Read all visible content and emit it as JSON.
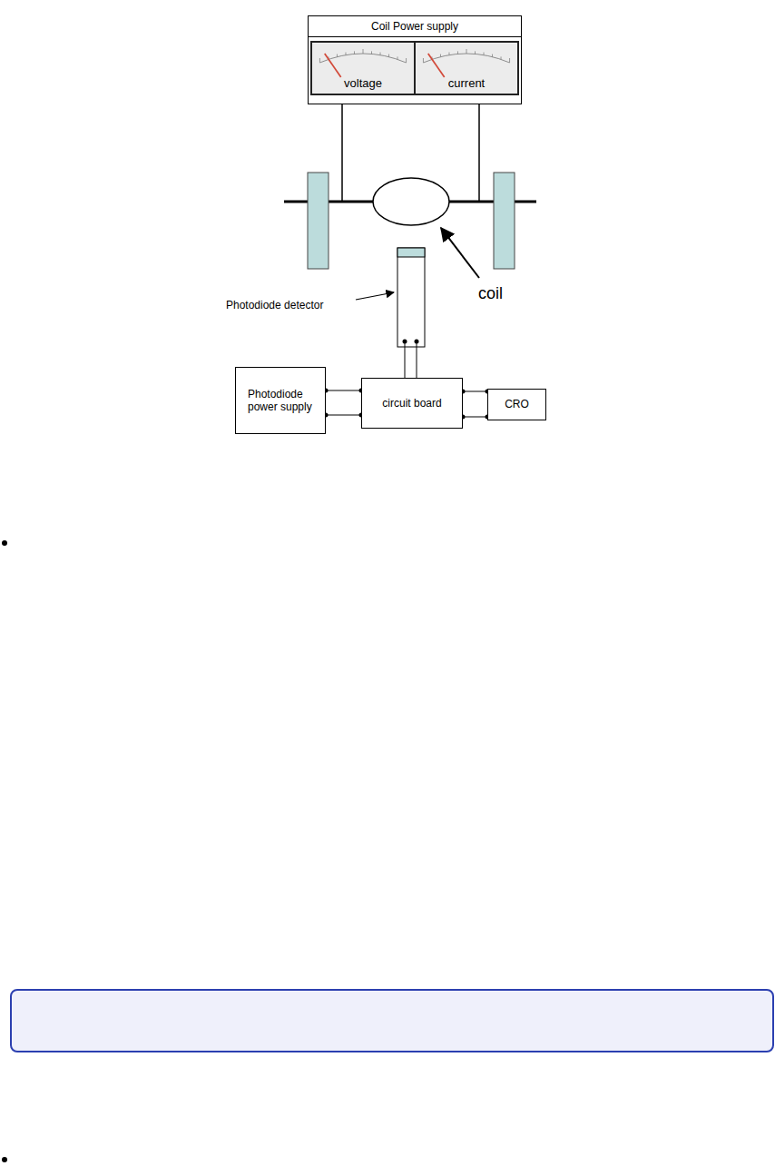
{
  "diagram": {
    "nodes": [
      {
        "text": [
          "Coil Power supply"
        ]
      },
      {
        "text": [
          "voltage"
        ],
        "in": 0
      },
      {
        "text": [
          "current"
        ],
        "in": 0
      },
      {
        "text": [
          "Photodiode power supply"
        ]
      },
      {
        "text": [
          "circuit board"
        ]
      },
      {
        "text": [
          "CRO"
        ]
      }
    ],
    "edges": [
      {
        "from": 3,
        "to": 4,
        "arrow": "none"
      },
      {
        "from": 3,
        "to": 4,
        "arrow": "none"
      },
      {
        "from": 4,
        "to": 5,
        "arrow": "none"
      },
      {
        "from": 4,
        "to": 5,
        "arrow": "none"
      }
    ],
    "labels": [
      "Photodiode detector",
      "coil"
    ]
  }
}
